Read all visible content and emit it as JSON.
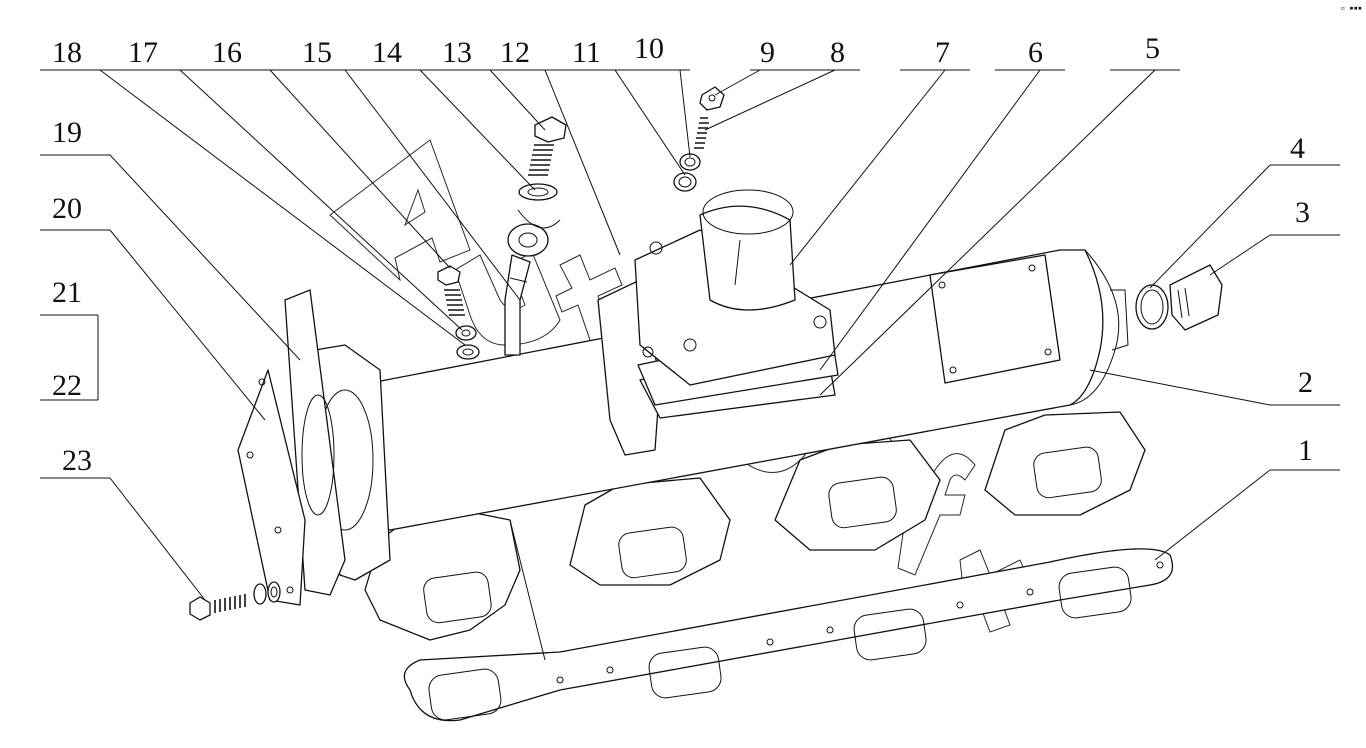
{
  "diagram": {
    "watermark_text": "AutoSoft",
    "corner_mark": "▫ ▪▪▪",
    "callouts": {
      "c1": "1",
      "c2": "2",
      "c3": "3",
      "c4": "4",
      "c5": "5",
      "c6": "6",
      "c7": "7",
      "c8": "8",
      "c9": "9",
      "c10": "10",
      "c11": "11",
      "c12": "12",
      "c13": "13",
      "c14": "14",
      "c15": "15",
      "c16": "16",
      "c17": "17",
      "c18": "18",
      "c19": "19",
      "c20": "20",
      "c21": "21",
      "c22": "22",
      "c23": "23"
    }
  }
}
